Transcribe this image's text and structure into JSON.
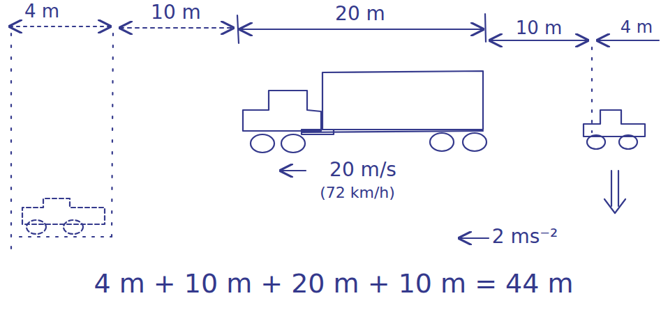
{
  "diagram": {
    "labels": [
      "4 m",
      "10 m",
      "20 m",
      "10 m",
      "4 m",
      "20 m/s",
      "(72 km/h)",
      "2 ms⁻²",
      "4 m + 10 m + 20 m + 10 m = 44 m"
    ]
  }
}
